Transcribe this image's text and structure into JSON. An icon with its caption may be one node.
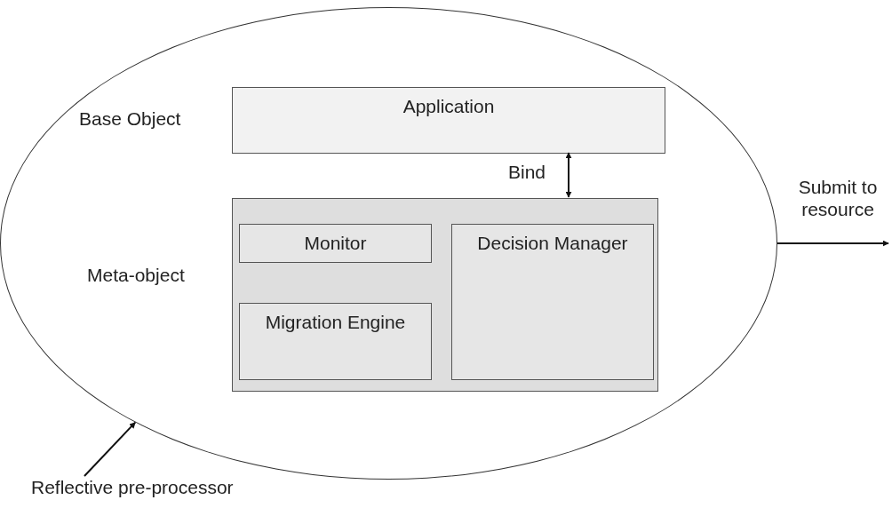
{
  "diagram": {
    "nodes": [
      {
        "text": [],
        "shape": "ellipse"
      },
      {
        "text": [
          "Application"
        ],
        "in": 0,
        "beside": [
          "Base Object"
        ]
      },
      {
        "text": [],
        "shape": "box",
        "in": 0,
        "beside": [
          "Meta-object"
        ]
      },
      {
        "text": [
          "Monitor"
        ],
        "in": 2
      },
      {
        "text": [
          "Migration Engine"
        ],
        "in": 2
      },
      {
        "text": [
          "Decision Manager"
        ],
        "in": 2
      },
      {
        "text": [
          "Reflective pre-processor"
        ]
      }
    ],
    "edges": [
      {
        "from": 1,
        "to": 2,
        "arrow": "both",
        "label": "Bind"
      },
      {
        "from": 0,
        "to": null,
        "arrow": "to",
        "label": "Submit to resource"
      },
      {
        "from": 6,
        "to": 0,
        "arrow": "to"
      }
    ]
  }
}
